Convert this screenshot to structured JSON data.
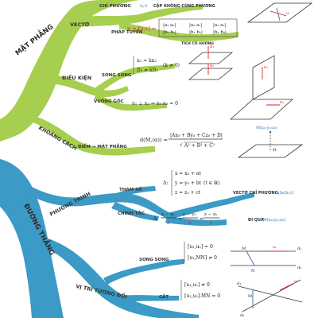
{
  "diagram": {
    "plane": {
      "title": "MẶT PHẲNG",
      "vector": {
        "label": "VECTƠ",
        "direction_label": "CHỈ PHƯƠNG",
        "direction_value": "u,v",
        "direction_note": "CẶP KHÔNG CÙNG PHƯƠNG",
        "normal_label": "PHÁP TUYẾN",
        "normal_formula_lhs": "n = [u,v] =",
        "cross_product_label": "TÍCH CÓ HƯỚNG"
      },
      "conditions": {
        "label": "ĐIỀU KIỆN",
        "parallel_label": "SONG SONG",
        "parallel_formula_1": "n₁ = kn₂",
        "parallel_formula_2": "D₁ ≠ kD₂",
        "parallel_k": "(k ≠ 0)",
        "perpendicular_label": "VUÔNG GÓC",
        "perpendicular_formula": "n₁ ⊥ n₂ ⇔ n₁.n₂ = 0"
      },
      "distance": {
        "label": "KHOẢNG CÁCH",
        "point_to_plane_label": "ĐIỂM → MẶT PHẲNG",
        "formula_lhs": "d(M,(α)) =",
        "numerator": "|Ax₀ + By₀ + Cz₀ + D|",
        "denominator": "A² + B² + C²",
        "point_label": "M(x₀;y₀;z₀)",
        "foot_label": "H"
      }
    },
    "line": {
      "title": "ĐƯỜNG THẲNG",
      "equation": {
        "label": "PHƯƠNG TRÌNH",
        "parametric_label": "THAM SỐ",
        "param_x": "x = x₀ + at",
        "param_y": "y = y₀ + bt",
        "param_z": "z = z₀ + ct",
        "param_t": "(t ∈ ℝ)",
        "delta": "Δ:",
        "canonical_label": "CHÍNH TẮC",
        "canon_num_1": "x − x₀",
        "canon_den_1": "a",
        "canon_num_2": "y − y₀",
        "canon_den_2": "b",
        "canon_num_3": "z − z₀",
        "canon_den_3": "c",
        "direction_vector_label": "VECTƠ CHỈ PHƯƠNG",
        "direction_vector_value": "u(a;b;c)",
        "passes_through_label": "ĐI QUA",
        "passes_through_value": "M(x₀;y₀;z₀)"
      },
      "relative_position": {
        "label": "VỊ TRÍ TƯƠNG ĐỐI",
        "parallel_label": "SONG SONG",
        "parallel_cond_1": "[u₁,u₂] = 0",
        "parallel_cond_2": "[u₁,MN] ≠ 0",
        "intersect_label": "CẮT",
        "intersect_cond_1": "[u₁,u₂] ≠ 0",
        "intersect_cond_2": "[u₁,u₂].MN = 0"
      }
    }
  },
  "figure_labels": {
    "d1": "d₁",
    "d2": "d₂",
    "u1": "u₁",
    "u2": "u₂",
    "M": "M",
    "N": "N",
    "n1": "n₁",
    "n2": "n₂",
    "n": "n",
    "u": "u",
    "v": "v"
  },
  "colors": {
    "plane_branch": "#a6cf4f",
    "line_branch": "#3b9ac6",
    "red": "#d81f26",
    "blue": "#1a73c9",
    "cyan": "#18a7b5"
  }
}
